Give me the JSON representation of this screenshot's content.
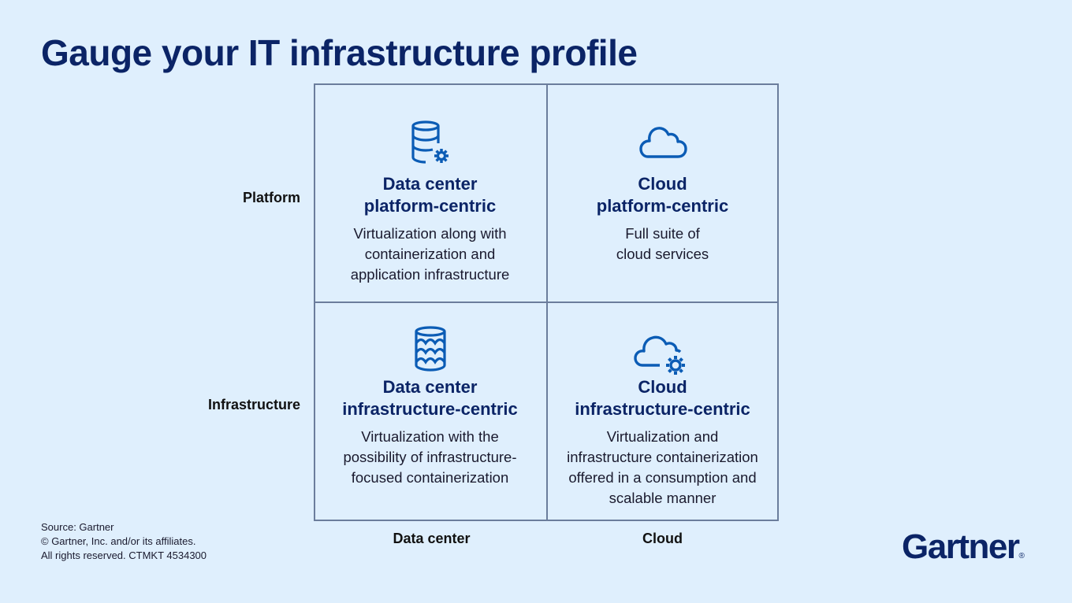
{
  "title": "Gauge your IT infrastructure profile",
  "axes": {
    "y_labels": [
      "Platform",
      "Infrastructure"
    ],
    "x_labels": [
      "Data center",
      "Cloud"
    ]
  },
  "quadrants": [
    {
      "icon": "database-gear-icon",
      "title_line1": "Data center",
      "title_line2": "platform-centric",
      "description": [
        "Virtualization along with",
        "containerization and",
        "application infrastructure"
      ]
    },
    {
      "icon": "cloud-icon",
      "title_line1": "Cloud",
      "title_line2": "platform-centric",
      "description": [
        "Full suite of",
        "cloud services"
      ]
    },
    {
      "icon": "data-lake-icon",
      "title_line1": "Data center",
      "title_line2": "infrastructure-centric",
      "description": [
        "Virtualization with the",
        "possibility of infrastructure-",
        "focused containerization"
      ]
    },
    {
      "icon": "cloud-gear-icon",
      "title_line1": "Cloud",
      "title_line2": "infrastructure-centric",
      "description": [
        "Virtualization and",
        "infrastructure containerization",
        "offered in a consumption and",
        "scalable manner"
      ]
    }
  ],
  "footer": {
    "source": "Source: Gartner",
    "copyright": "© Gartner, Inc. and/or its affiliates.",
    "rights": "All rights reserved. CTMKT 4534300"
  },
  "logo": {
    "text": "Gartner",
    "mark": "®"
  },
  "colors": {
    "background": "#dfeffd",
    "title": "#0b2466",
    "icon": "#0b5cb5",
    "grid_line": "#6b7d9c"
  }
}
